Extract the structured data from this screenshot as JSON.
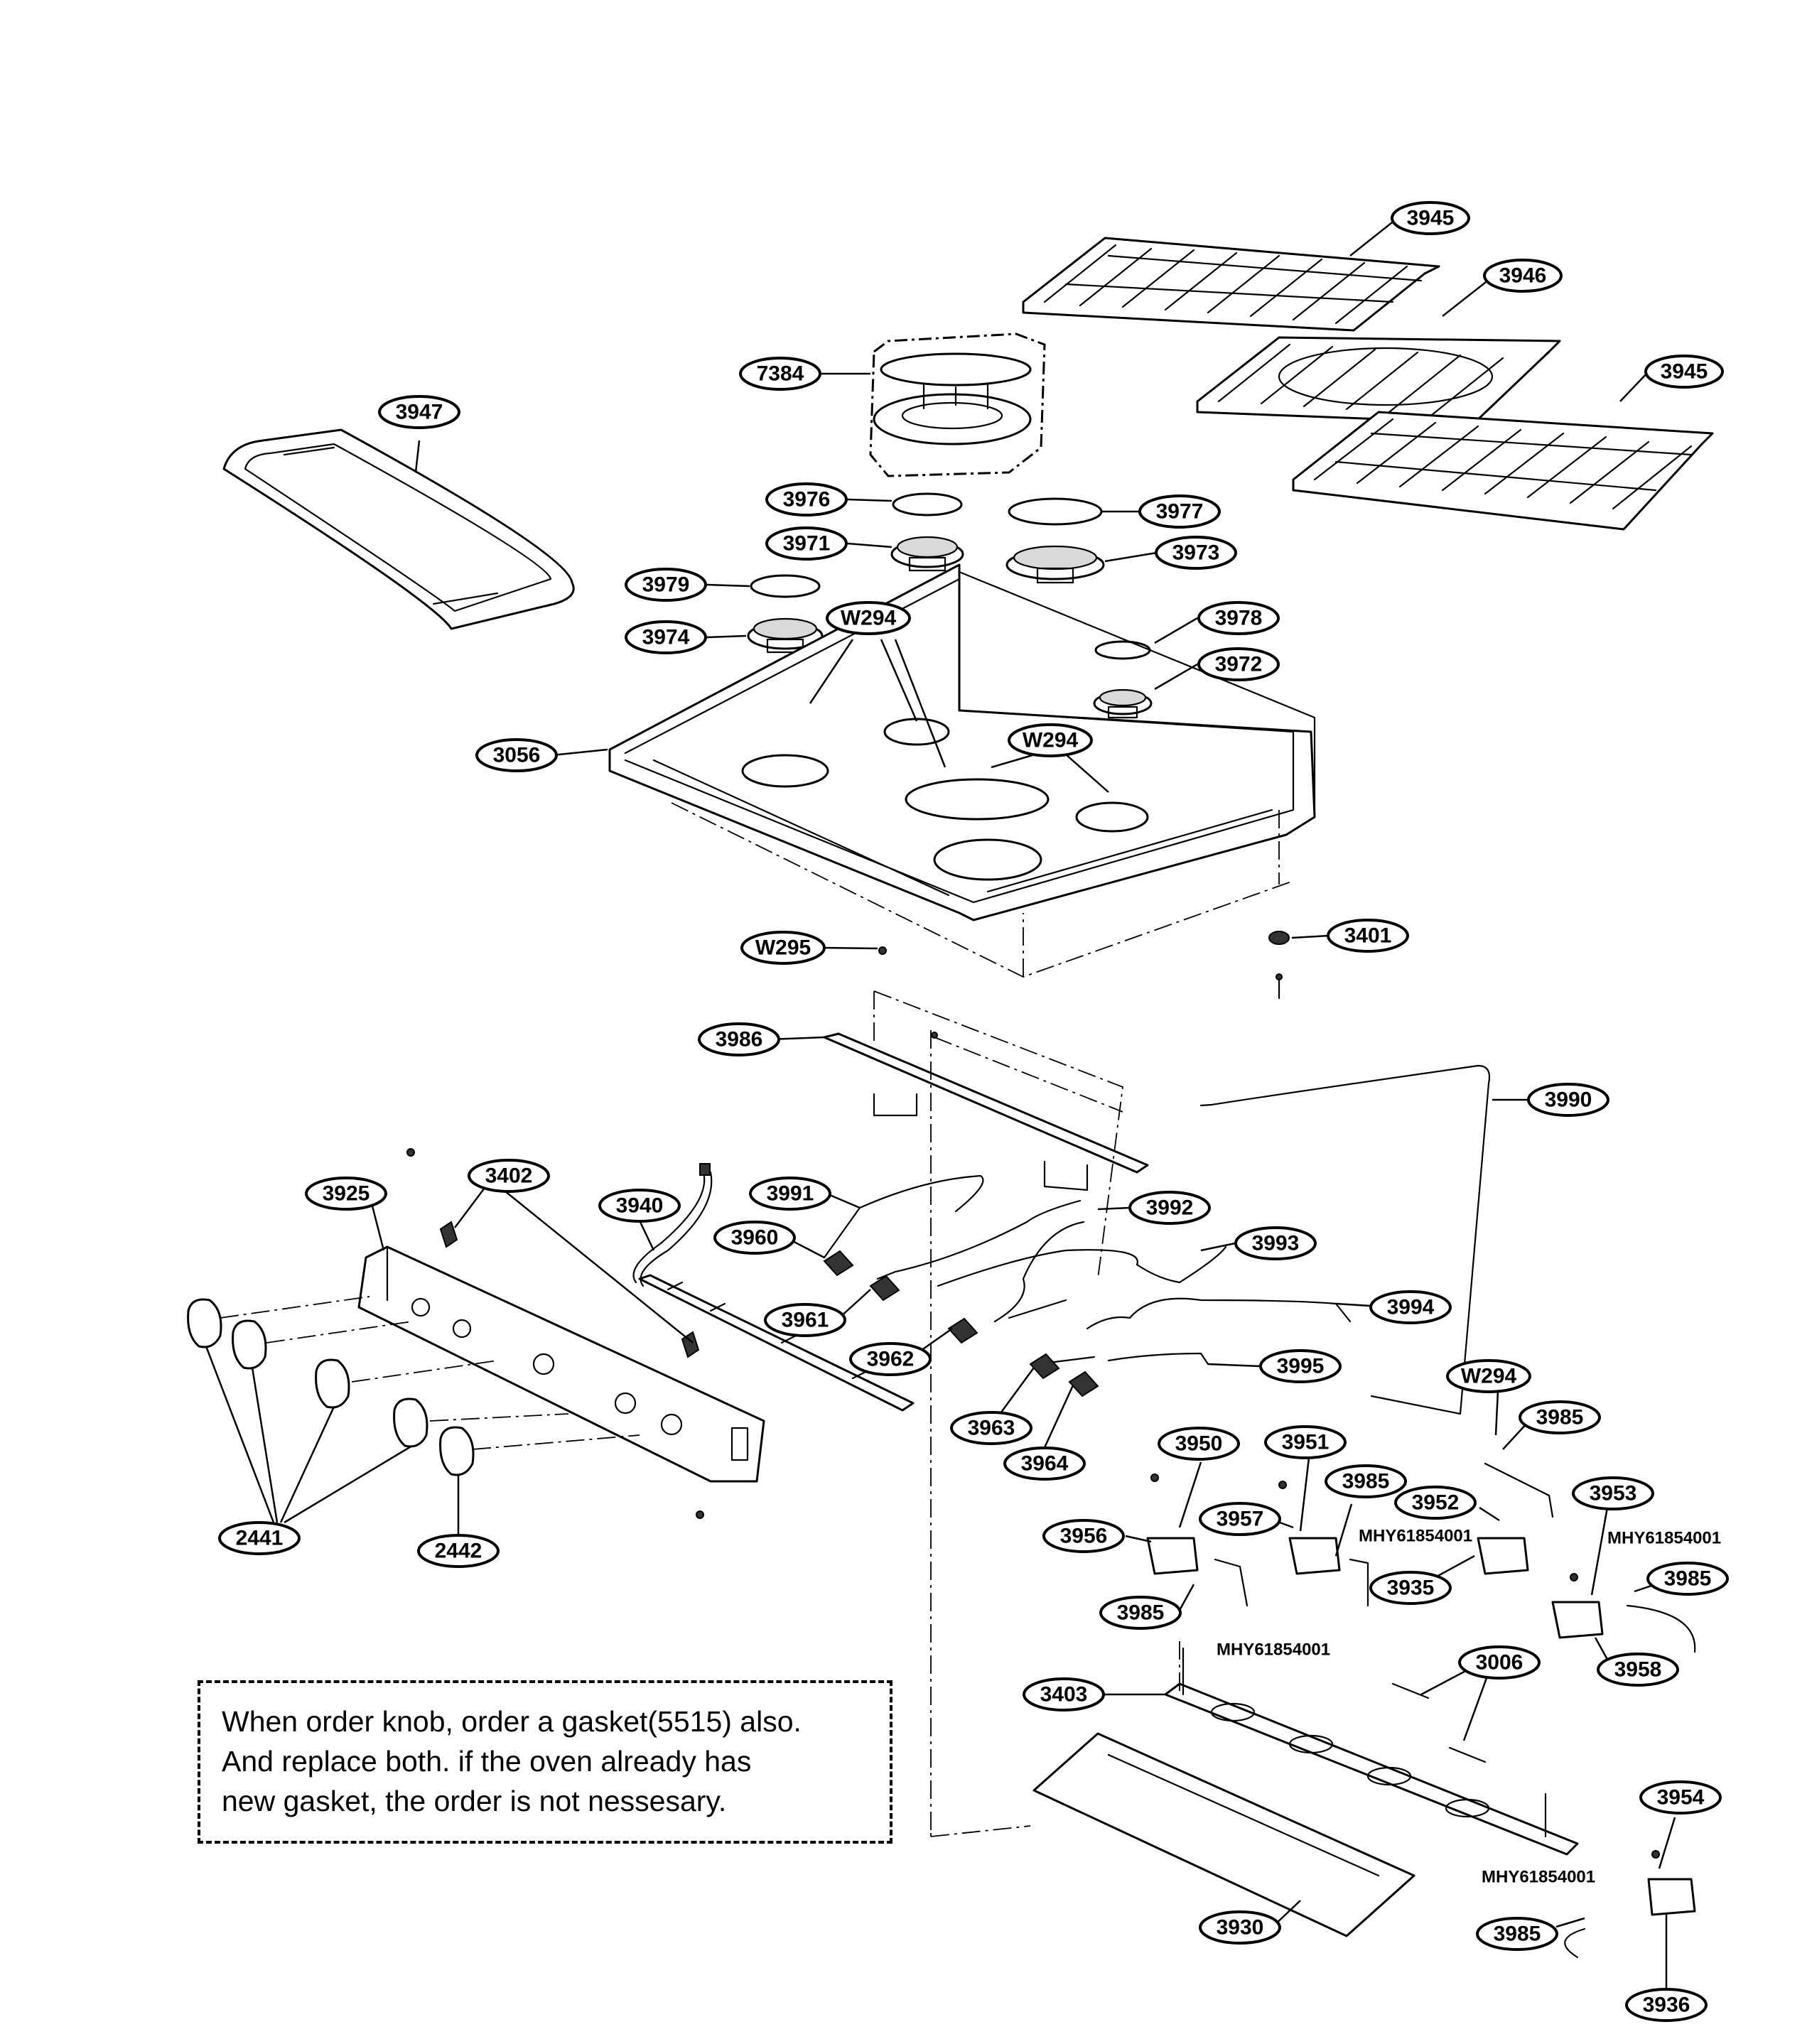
{
  "callouts": [
    {
      "id": "c3945a",
      "label": "3945"
    },
    {
      "id": "c3946",
      "label": "3946"
    },
    {
      "id": "c3945b",
      "label": "3945"
    },
    {
      "id": "c7384",
      "label": "7384"
    },
    {
      "id": "c3947",
      "label": "3947"
    },
    {
      "id": "c3976",
      "label": "3976"
    },
    {
      "id": "c3977",
      "label": "3977"
    },
    {
      "id": "c3971",
      "label": "3971"
    },
    {
      "id": "c3973",
      "label": "3973"
    },
    {
      "id": "c3979",
      "label": "3979"
    },
    {
      "id": "cW294a",
      "label": "W294"
    },
    {
      "id": "c3978",
      "label": "3978"
    },
    {
      "id": "c3974",
      "label": "3974"
    },
    {
      "id": "c3972",
      "label": "3972"
    },
    {
      "id": "c3056",
      "label": "3056"
    },
    {
      "id": "cW294b",
      "label": "W294"
    },
    {
      "id": "cW295",
      "label": "W295"
    },
    {
      "id": "c3401",
      "label": "3401"
    },
    {
      "id": "c3986",
      "label": "3986"
    },
    {
      "id": "c3990",
      "label": "3990"
    },
    {
      "id": "c3925",
      "label": "3925"
    },
    {
      "id": "c3402",
      "label": "3402"
    },
    {
      "id": "c3940",
      "label": "3940"
    },
    {
      "id": "c3991",
      "label": "3991"
    },
    {
      "id": "c3992",
      "label": "3992"
    },
    {
      "id": "c3960",
      "label": "3960"
    },
    {
      "id": "c3993",
      "label": "3993"
    },
    {
      "id": "c3994",
      "label": "3994"
    },
    {
      "id": "c3961",
      "label": "3961"
    },
    {
      "id": "c3962",
      "label": "3962"
    },
    {
      "id": "c3995",
      "label": "3995"
    },
    {
      "id": "cW294c",
      "label": "W294"
    },
    {
      "id": "c3963",
      "label": "3963"
    },
    {
      "id": "c3985a",
      "label": "3985"
    },
    {
      "id": "c3964",
      "label": "3964"
    },
    {
      "id": "c3950",
      "label": "3950"
    },
    {
      "id": "c3951",
      "label": "3951"
    },
    {
      "id": "c3985b",
      "label": "3985"
    },
    {
      "id": "c3952",
      "label": "3952"
    },
    {
      "id": "c3953",
      "label": "3953"
    },
    {
      "id": "c3956",
      "label": "3956"
    },
    {
      "id": "c3957",
      "label": "3957"
    },
    {
      "id": "c3935",
      "label": "3935"
    },
    {
      "id": "c3985c",
      "label": "3985"
    },
    {
      "id": "c2441",
      "label": "2441"
    },
    {
      "id": "c2442",
      "label": "2442"
    },
    {
      "id": "c3985d",
      "label": "3985"
    },
    {
      "id": "c3958",
      "label": "3958"
    },
    {
      "id": "c3006",
      "label": "3006"
    },
    {
      "id": "c3403",
      "label": "3403"
    },
    {
      "id": "c3954",
      "label": "3954"
    },
    {
      "id": "c3930",
      "label": "3930"
    },
    {
      "id": "c3985e",
      "label": "3985"
    },
    {
      "id": "c3936",
      "label": "3936"
    }
  ],
  "plain_labels": [
    {
      "id": "m1",
      "label": "MHY61854001"
    },
    {
      "id": "m2",
      "label": "MHY61854001"
    },
    {
      "id": "m3",
      "label": "MHY61854001"
    },
    {
      "id": "m4",
      "label": "MHY61854001"
    }
  ],
  "note": {
    "line1": "When order knob, order a gasket(5515) also.",
    "line2": "And replace both.  if the oven already has",
    "line3": "new gasket, the order is not nessesary."
  }
}
